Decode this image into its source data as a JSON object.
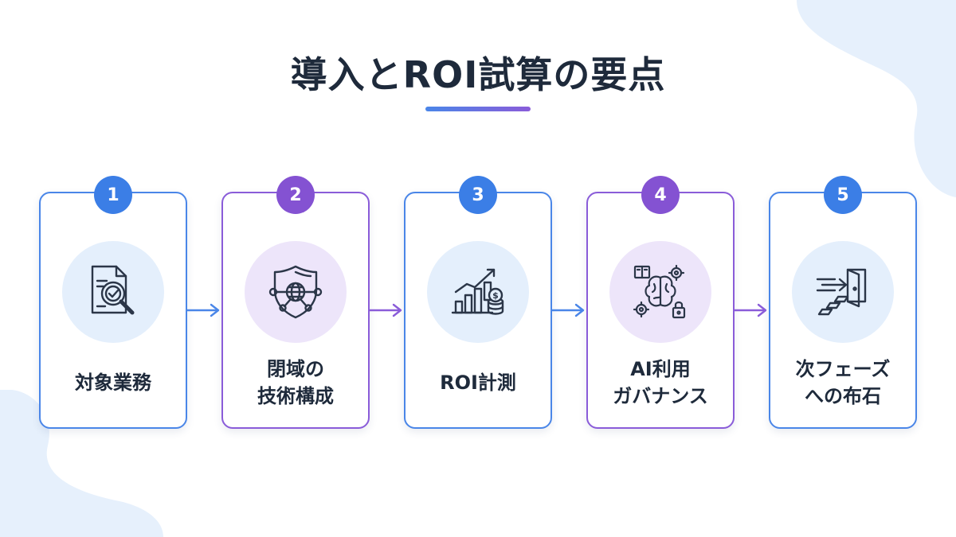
{
  "title": "導入とROI試算の要点",
  "colors": {
    "blue": "#4a86e8",
    "purple": "#8a5cd9",
    "dark_text": "#1e2a3b",
    "light_blue_bg": "#e4effc",
    "light_purple_bg": "#ede5fa"
  },
  "steps": [
    {
      "number": "1",
      "label_lines": [
        "対象業務"
      ],
      "icon": "document-search-check-icon",
      "accent": "blue"
    },
    {
      "number": "2",
      "label_lines": [
        "閉域の",
        "技術構成"
      ],
      "icon": "shield-globe-network-icon",
      "accent": "purple"
    },
    {
      "number": "3",
      "label_lines": [
        "ROI計測"
      ],
      "icon": "bar-chart-coins-icon",
      "accent": "blue"
    },
    {
      "number": "4",
      "label_lines": [
        "AI利用",
        "ガバナンス"
      ],
      "icon": "brain-gears-lock-icon",
      "accent": "purple"
    },
    {
      "number": "5",
      "label_lines": [
        "次フェーズ",
        "への布石"
      ],
      "icon": "door-arrow-steps-icon",
      "accent": "blue"
    }
  ]
}
